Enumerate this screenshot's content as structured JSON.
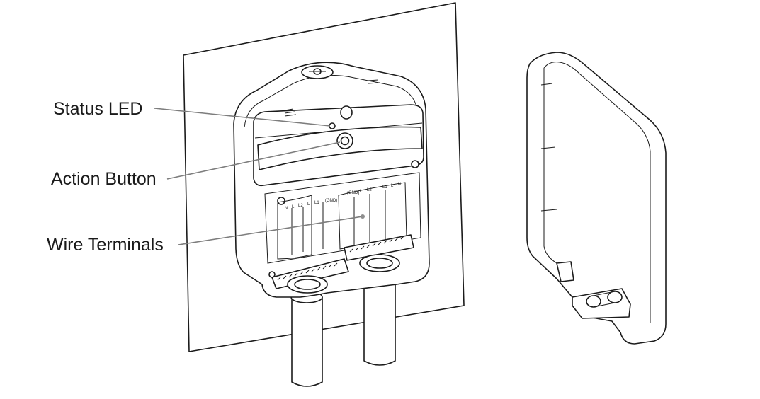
{
  "callouts": {
    "status_led": "Status LED",
    "action_button": "Action Button",
    "wire_terminals": "Wire Terminals"
  },
  "terminal_labels": {
    "left_group": [
      "N",
      "L",
      "L2",
      "L",
      "L1",
      "(GND)"
    ],
    "right_group": [
      "(GND)",
      "L",
      "L2",
      "L1",
      "L",
      "N"
    ]
  },
  "colors": {
    "line": "#1b1b1b",
    "leader": "#7d7d7d",
    "background": "#ffffff"
  }
}
